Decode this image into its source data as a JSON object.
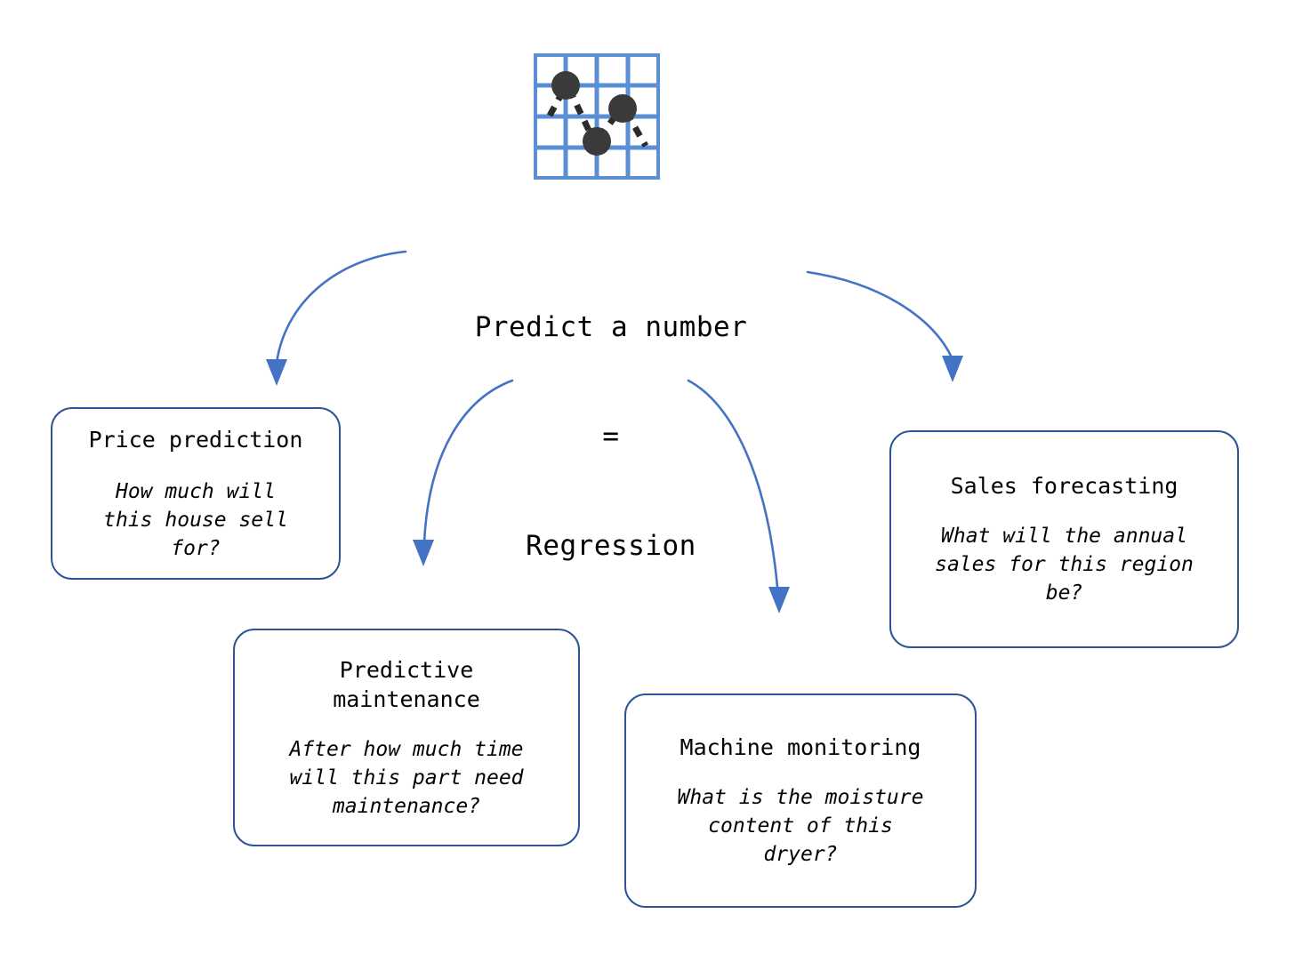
{
  "diagram": {
    "icon": {
      "name": "scatter-line-chart-icon",
      "grid_color": "#5B8FD4",
      "point_color": "#3A3A3A",
      "grid_divisions": 4,
      "points": [
        {
          "x": 0.24,
          "y": 0.26
        },
        {
          "x": 0.47,
          "y": 0.7
        },
        {
          "x": 0.71,
          "y": 0.45
        }
      ]
    },
    "center": {
      "line1": "Predict a number",
      "line2": "=",
      "line3": "Regression"
    },
    "accent_color": "#4472C4",
    "box_border_color": "#2E5496",
    "nodes": [
      {
        "id": "price-prediction",
        "title": "Price prediction",
        "question": "How much will\nthis house sell\nfor?"
      },
      {
        "id": "predictive-maintenance",
        "title": "Predictive\nmaintenance",
        "question": "After how much time\nwill this part need\nmaintenance?"
      },
      {
        "id": "machine-monitoring",
        "title": "Machine monitoring",
        "question": "What is the moisture\ncontent of this\ndryer?"
      },
      {
        "id": "sales-forecasting",
        "title": "Sales forecasting",
        "question": "What will the annual\nsales for this region\nbe?"
      }
    ],
    "arrows": [
      {
        "id": "arrow-to-price",
        "from": "center",
        "to": "price-prediction"
      },
      {
        "id": "arrow-to-maintenance",
        "from": "center",
        "to": "predictive-maintenance"
      },
      {
        "id": "arrow-to-machine",
        "from": "center",
        "to": "machine-monitoring"
      },
      {
        "id": "arrow-to-sales",
        "from": "center",
        "to": "sales-forecasting"
      }
    ]
  }
}
